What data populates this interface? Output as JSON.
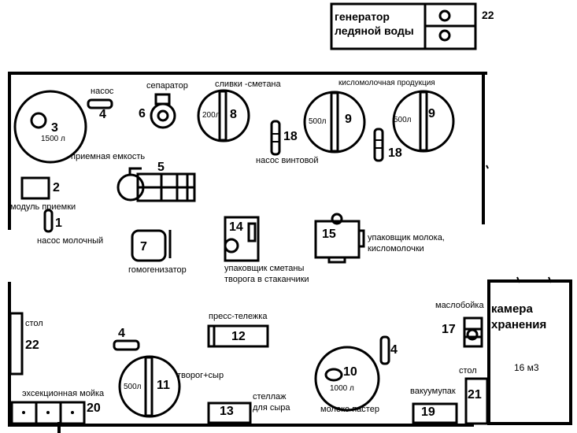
{
  "generator": {
    "line1": "генератор",
    "line2": "ледяной воды",
    "number": "22"
  },
  "labels": {
    "nasos_top": "насос",
    "separator": "сепаратор",
    "slivki": "сливки -сметана",
    "kislomol": "кисломолочная продукция",
    "priemnaya": "приемная емкость",
    "nasos_vintovoy": "насос винтовой",
    "modul": "модуль приемки",
    "nasos_moloch": "насос молочный",
    "gomogen": "гомогенизатор",
    "upak_smetany_1": "упаковщик сметаны",
    "upak_smetany_2": "творога в стаканчики",
    "upak_moloka_1": "упаковщик молока,",
    "upak_moloka_2": "кисломолочки",
    "press": "пресс-тележка",
    "stol_left": "стол",
    "tvorog": "творог+сыр",
    "moyka": "эхсекционная мойка",
    "stellazh_1": "стеллаж",
    "stellazh_2": "для сыра",
    "moloko_paster": "молоко пастер",
    "vakuum": "вакуумупак",
    "stol_right": "стол",
    "maslo": "маслобойка",
    "kamera_1": "камера",
    "kamera_2": "хранения",
    "kamera_vol": "16 м3"
  },
  "numbers": {
    "n1": "1",
    "n2": "2",
    "n3": "3",
    "n4a": "4",
    "n4b": "4",
    "n4c": "4",
    "n5": "5",
    "n6": "6",
    "n7": "7",
    "n8": "8",
    "n9a": "9",
    "n9b": "9",
    "n10": "10",
    "n11": "11",
    "n12": "12",
    "n13": "13",
    "n14": "14",
    "n15": "15",
    "n17": "17",
    "n18a": "18",
    "n18b": "18",
    "n19": "19",
    "n20": "20",
    "n21": "21",
    "n22": "22"
  },
  "volumes": {
    "v3": "1500 л",
    "v8": "200л",
    "v9a": "500л",
    "v9b": "500л",
    "v10": "1000 л",
    "v11": "500л"
  }
}
